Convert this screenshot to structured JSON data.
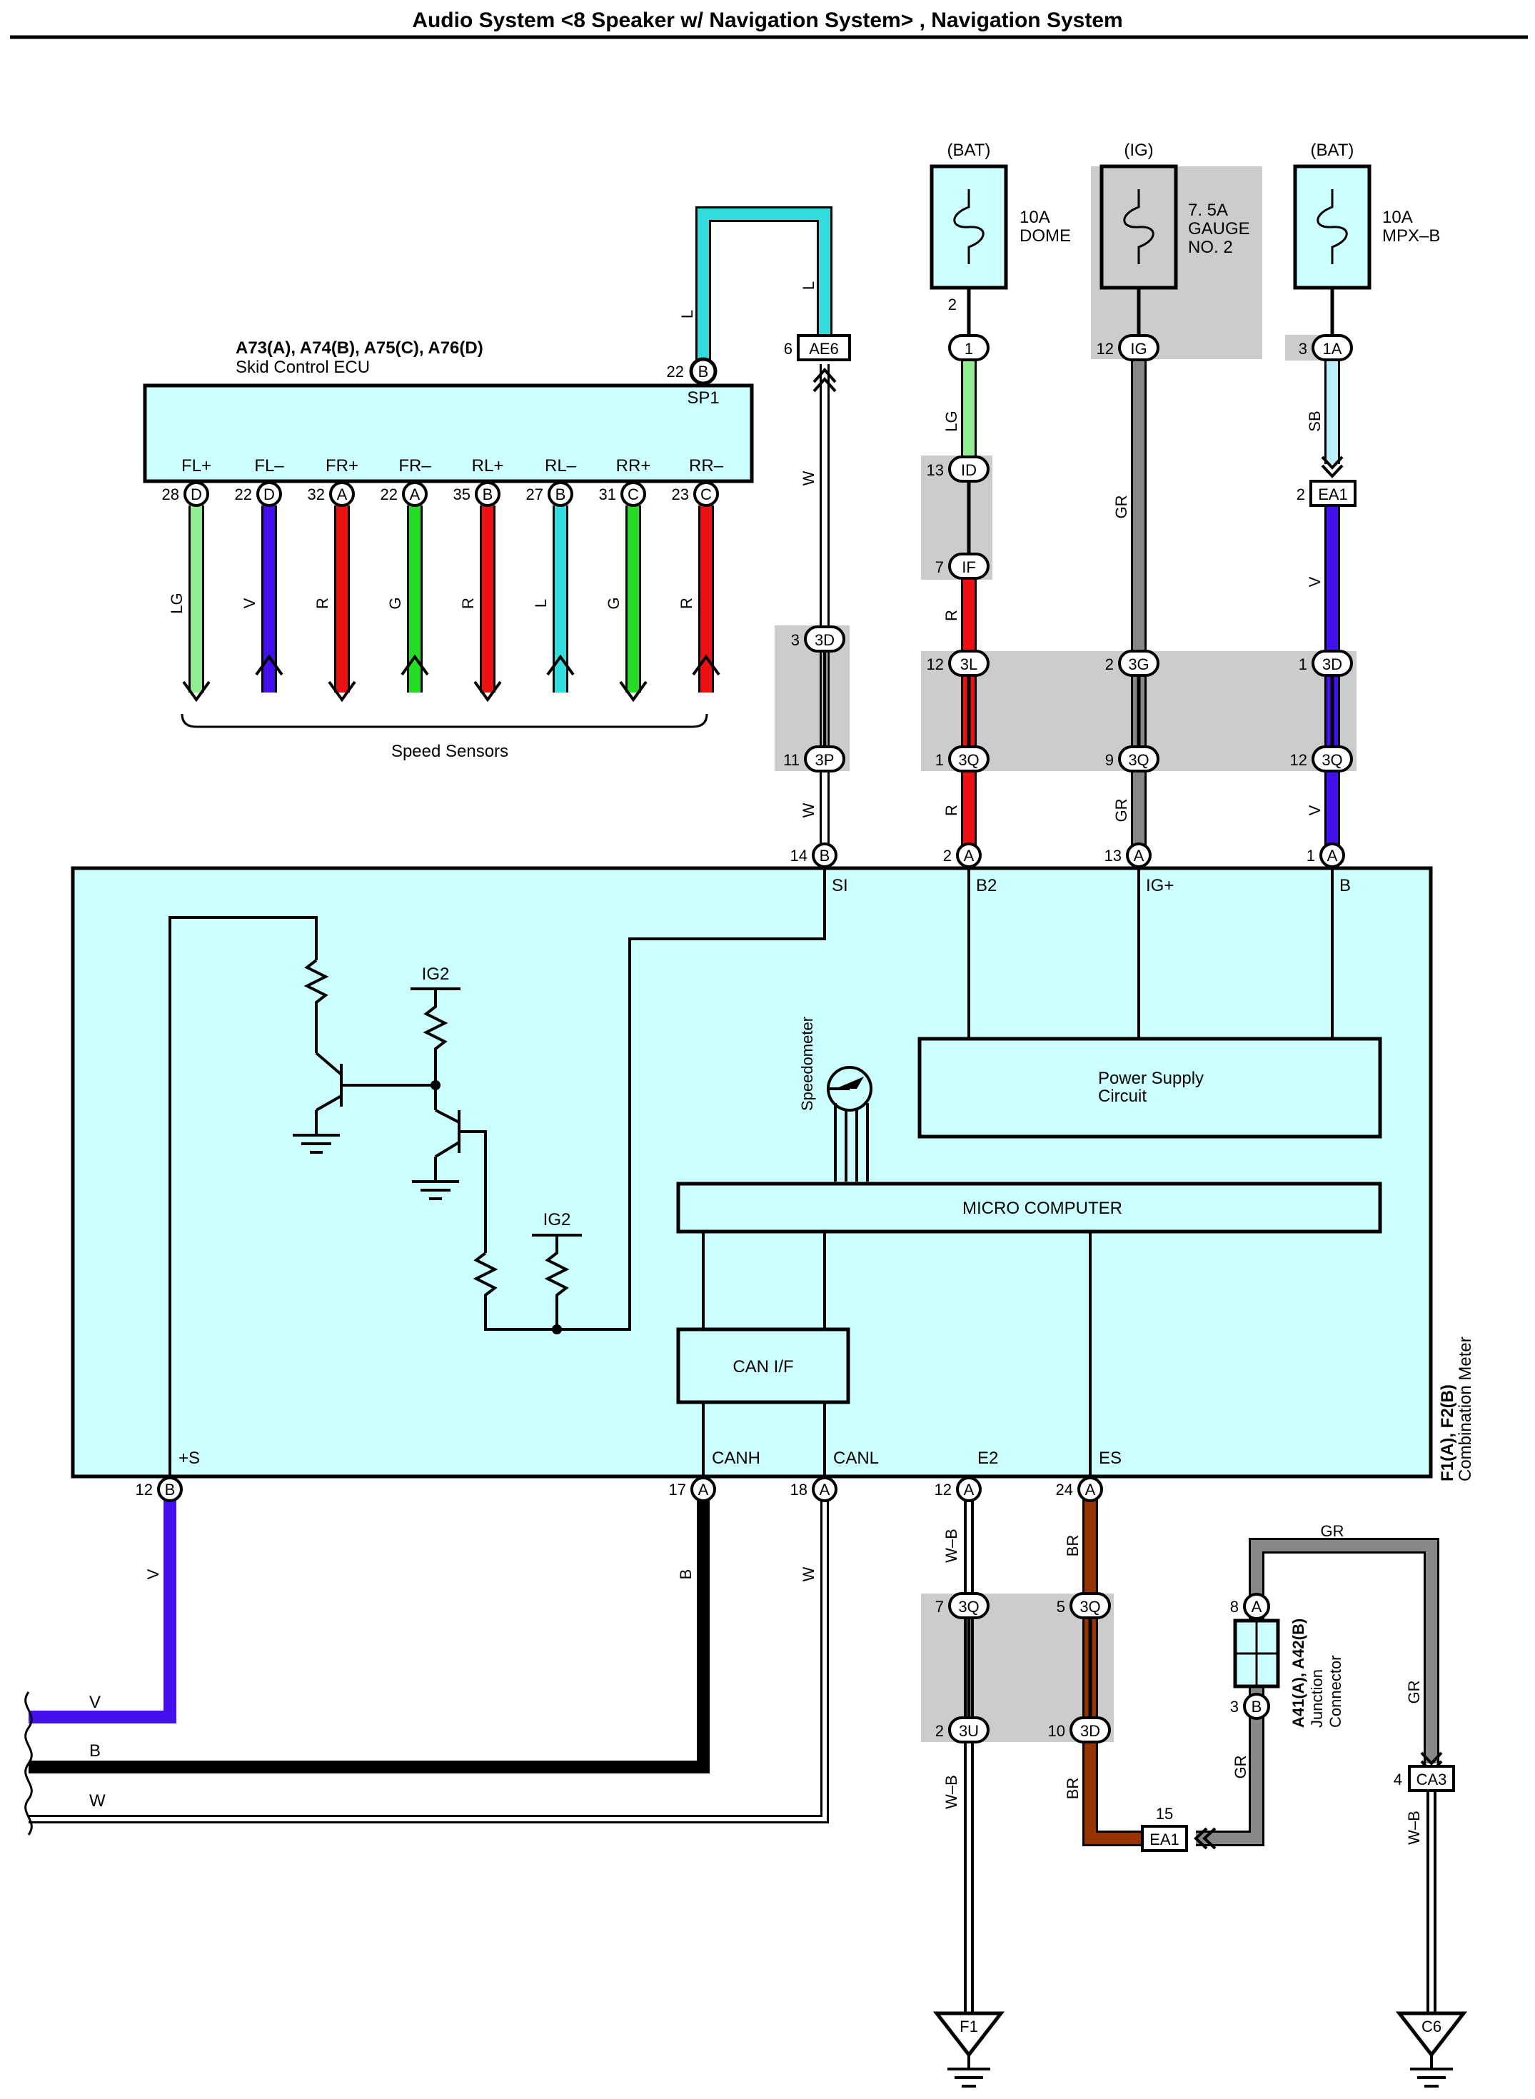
{
  "title": "Audio System <8 Speaker w/ Navigation System> , Navigation System",
  "fuses": [
    {
      "source": "(BAT)",
      "line1": "10A",
      "line2": "DOME",
      "line3": "",
      "pin": "2",
      "conn": "1",
      "conn_num": ""
    },
    {
      "source": "(IG)",
      "line1": "7. 5A",
      "line2": "GAUGE",
      "line3": "NO. 2",
      "pin": "",
      "conn": "IG",
      "conn_num": "12"
    },
    {
      "source": "(BAT)",
      "line1": "10A",
      "line2": "MPX–B",
      "line3": "",
      "pin": "",
      "conn": "1A",
      "conn_num": "3"
    }
  ],
  "ecu": {
    "title": "A73(A), A74(B), A75(C), A76(D)",
    "name": "Skid Control ECU",
    "sp1_label": "SP1",
    "sp1_pin_num": "22",
    "sp1_pin": "B",
    "pins": [
      {
        "label": "FL+",
        "num": "28",
        "conn": "D",
        "wire": "LG",
        "color": "#90ee90",
        "arrow": "down"
      },
      {
        "label": "FL–",
        "num": "22",
        "conn": "D",
        "wire": "V",
        "color": "#4411ee",
        "arrow": "up"
      },
      {
        "label": "FR+",
        "num": "32",
        "conn": "A",
        "wire": "R",
        "color": "#ee1111",
        "arrow": "down"
      },
      {
        "label": "FR–",
        "num": "22",
        "conn": "A",
        "wire": "G",
        "color": "#22dd22",
        "arrow": "up"
      },
      {
        "label": "RL+",
        "num": "35",
        "conn": "B",
        "wire": "R",
        "color": "#ee1111",
        "arrow": "down"
      },
      {
        "label": "RL–",
        "num": "27",
        "conn": "B",
        "wire": "L",
        "color": "#33dddd",
        "arrow": "up"
      },
      {
        "label": "RR+",
        "num": "31",
        "conn": "C",
        "wire": "G",
        "color": "#22dd22",
        "arrow": "down"
      },
      {
        "label": "RR–",
        "num": "23",
        "conn": "C",
        "wire": "R",
        "color": "#ee1111",
        "arrow": "up"
      }
    ],
    "speed_sensors_label": "Speed Sensors"
  },
  "wires": {
    "L": "L",
    "W": "W",
    "LG": "LG",
    "R": "R",
    "GR": "GR",
    "SB": "SB",
    "V": "V",
    "B": "B",
    "WB": "W–B",
    "BR": "BR"
  },
  "connectors": {
    "AE6": {
      "name": "AE6",
      "num": "6"
    },
    "ID": {
      "name": "ID",
      "num": "13"
    },
    "IF": {
      "name": "IF",
      "num": "7"
    },
    "EA1_top": {
      "name": "EA1",
      "num": "2"
    },
    "3D_a": {
      "name": "3D",
      "num": "3"
    },
    "3P": {
      "name": "3P",
      "num": "11"
    },
    "3L": {
      "name": "3L",
      "num": "12"
    },
    "3G": {
      "name": "3G",
      "num": "2"
    },
    "3D_b": {
      "name": "3D",
      "num": "1"
    },
    "3Q_1": {
      "name": "3Q",
      "num": "1"
    },
    "3Q_9": {
      "name": "3Q",
      "num": "9"
    },
    "3Q_12": {
      "name": "3Q",
      "num": "12"
    },
    "3Q_7": {
      "name": "3Q",
      "num": "7"
    },
    "3Q_5": {
      "name": "3Q",
      "num": "5"
    },
    "3U": {
      "name": "3U",
      "num": "2"
    },
    "3D_c": {
      "name": "3D",
      "num": "10"
    },
    "EA1_bottom": {
      "name": "EA1",
      "num": "15"
    },
    "CA3": {
      "name": "CA3",
      "num": "4"
    },
    "jc_a": {
      "name": "A",
      "num": "8"
    },
    "jc_b": {
      "name": "B",
      "num": "3"
    }
  },
  "meter": {
    "top_pins": [
      {
        "num": "14",
        "conn": "B",
        "label": "SI"
      },
      {
        "num": "2",
        "conn": "A",
        "label": "B2"
      },
      {
        "num": "13",
        "conn": "A",
        "label": "IG+"
      },
      {
        "num": "1",
        "conn": "A",
        "label": "B"
      }
    ],
    "bottom_pins": [
      {
        "num": "12",
        "conn": "B",
        "label": "+S"
      },
      {
        "num": "17",
        "conn": "A",
        "label": "CANH"
      },
      {
        "num": "18",
        "conn": "A",
        "label": "CANL"
      },
      {
        "num": "12",
        "conn": "A",
        "label": "E2"
      },
      {
        "num": "24",
        "conn": "A",
        "label": "ES"
      }
    ],
    "power_supply": [
      "Power Supply",
      "Circuit"
    ],
    "micro_computer": "MICRO COMPUTER",
    "can_if": "CAN I/F",
    "speedometer": "Speedometer",
    "ig2": "IG2",
    "id_line1": "F1(A), F2(B)",
    "id_line2": "Combination Meter"
  },
  "junction": {
    "line1": "A41(A), A42(B)",
    "line2": "Junction",
    "line3": "Connector"
  },
  "grounds": [
    "F1",
    "C6"
  ],
  "left_wires": [
    "V",
    "B",
    "W"
  ]
}
